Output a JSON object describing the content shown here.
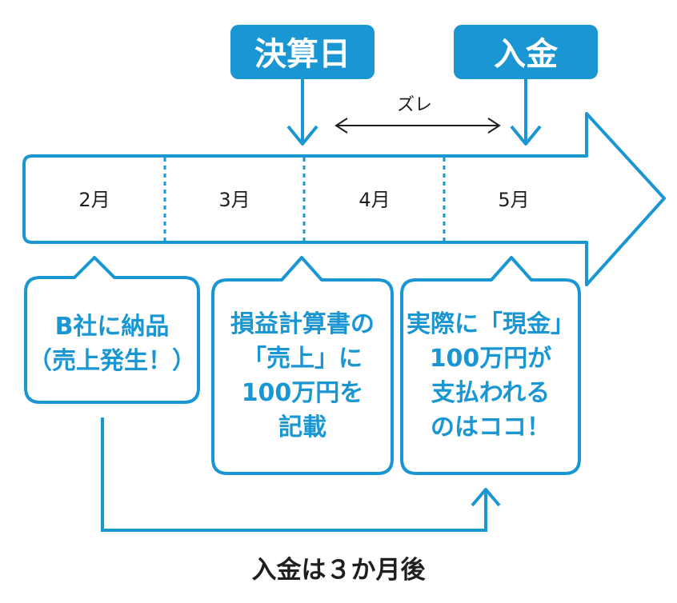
{
  "colors": {
    "accent": "#1a96d3",
    "text": "#1f1f1f",
    "background": "#ffffff"
  },
  "tags": {
    "closing_date": "決算日",
    "payment": "入金"
  },
  "gap_label": "ズレ",
  "months": [
    "2月",
    "3月",
    "4月",
    "5月"
  ],
  "callouts": {
    "delivery": [
      "B社に納品",
      "（売上発生！）"
    ],
    "income_statement": [
      "損益計算書の",
      "「売上」に",
      "100万円を",
      "記載"
    ],
    "cash_payment": [
      "実際に「現金」",
      "100万円が",
      "支払われる",
      "のはココ！"
    ]
  },
  "footer_text": "入金は３か月後"
}
